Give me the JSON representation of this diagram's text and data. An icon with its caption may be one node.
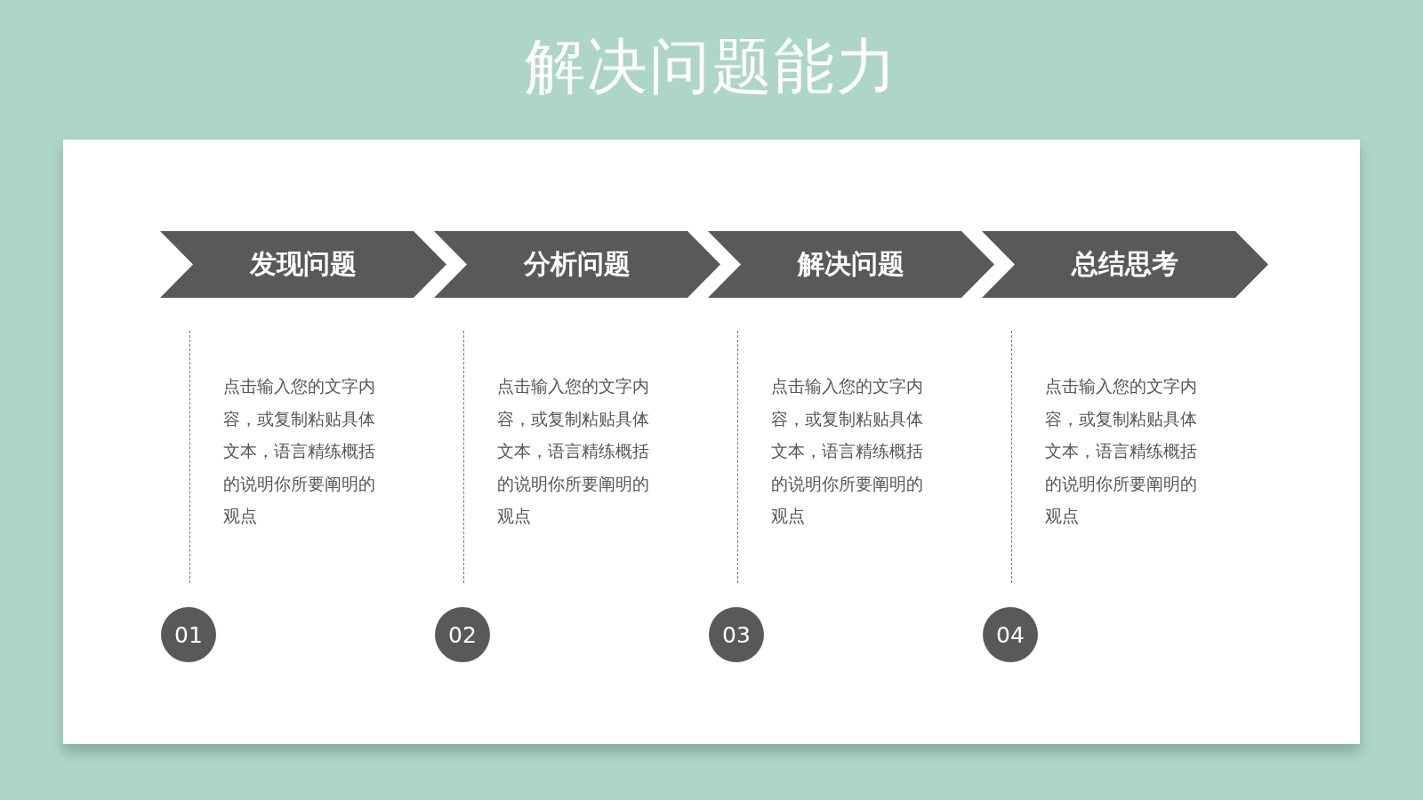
{
  "diagram": {
    "title": "解决问题能力",
    "nodes": [
      {
        "text": [
          "发现问题"
        ]
      },
      {
        "text": [
          "分析问题"
        ]
      },
      {
        "text": [
          "解决问题"
        ]
      },
      {
        "text": [
          "总结思考"
        ]
      },
      {
        "text": [
          "01"
        ]
      },
      {
        "text": [
          "02"
        ]
      },
      {
        "text": [
          "03"
        ]
      },
      {
        "text": [
          "04"
        ]
      }
    ],
    "labels": [
      "点击输入您的文字内容，或复制粘贴具体文本，语言精练概括的说明你所要阐明的观点",
      "点击输入您的文字内容，或复制粘贴具体文本，语言精练概括的说明你所要阐明的观点",
      "点击输入您的文字内容，或复制粘贴具体文本，语言精练概括的说明你所要阐明的观点",
      "点击输入您的文字内容，或复制粘贴具体文本，语言精练概括的说明你所要阐明的观点"
    ]
  }
}
